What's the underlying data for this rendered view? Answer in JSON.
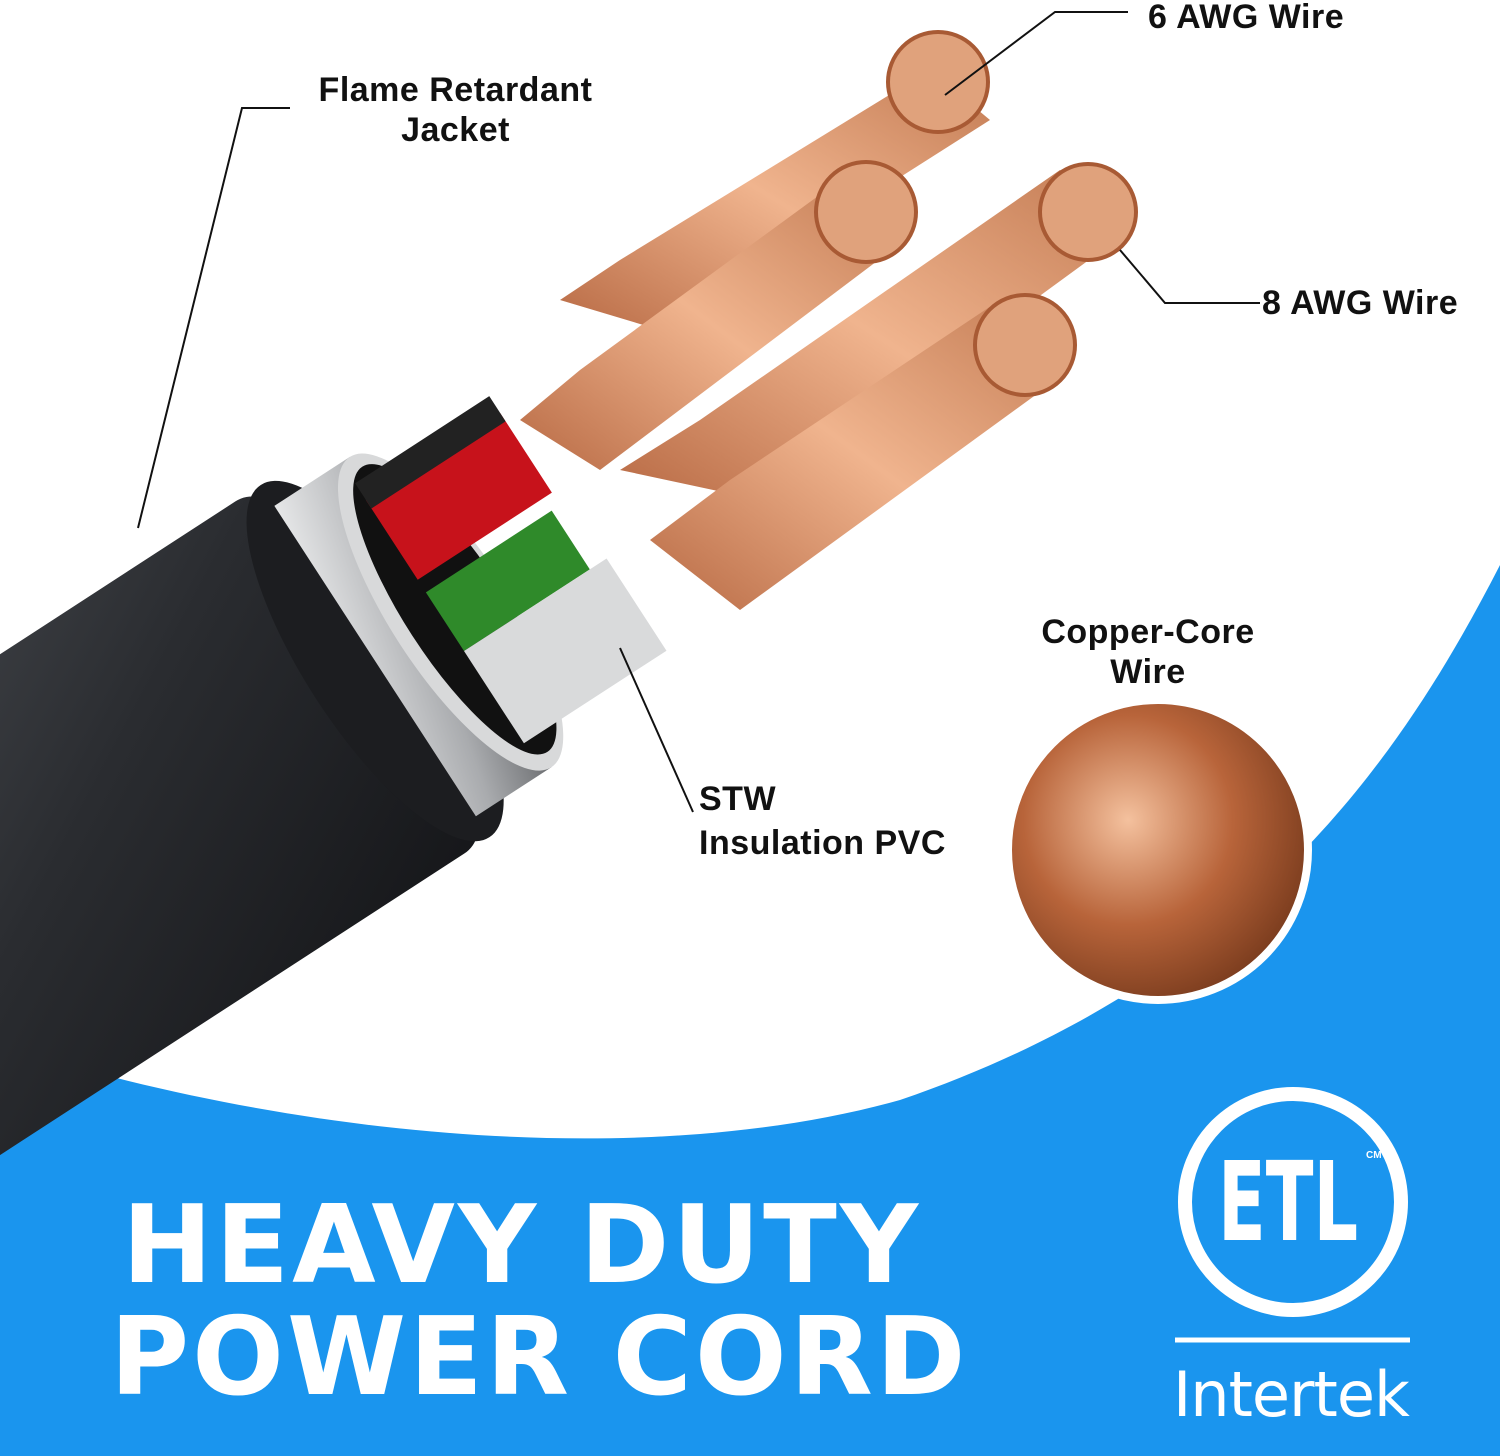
{
  "labels": {
    "jacket": [
      "Flame Retardant",
      "Jacket"
    ],
    "awg6": "6 AWG Wire",
    "awg8": "8 AWG Wire",
    "copper_core": [
      "Copper-Core",
      "Wire"
    ],
    "insulation": [
      "STW",
      "Insulation PVC"
    ]
  },
  "headline": [
    "HEAVY DUTY",
    "POWER CORD"
  ],
  "certification": {
    "mark": "ETL",
    "superscript": "CM",
    "brand": "Intertek"
  },
  "colors": {
    "blue": "#1a95ee",
    "jacket": "#2a2c30",
    "copper": "#d4926a",
    "red": "#d0121b",
    "green": "#2f8a2a",
    "silver": "#c9cbcd"
  }
}
